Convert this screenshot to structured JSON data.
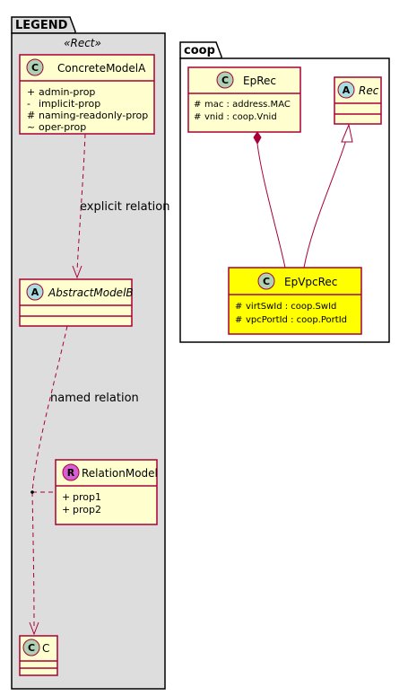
{
  "legend": {
    "title": "LEGEND",
    "stereotype": "«Rect»",
    "concrete_model": {
      "circle": "C",
      "name": "ConcreteModelA",
      "attributes": [
        {
          "vis": "+",
          "name": "admin-prop"
        },
        {
          "vis": "-",
          "name": "implicit-prop"
        },
        {
          "vis": "#",
          "name": "naming-readonly-prop"
        },
        {
          "vis": "~",
          "name": "oper-prop"
        }
      ]
    },
    "explicit_relation_label": "explicit relation",
    "abstract_model": {
      "circle": "A",
      "name": "AbstractModelB"
    },
    "named_relation_label": "named relation",
    "relation_model": {
      "circle": "R",
      "name": "RelationModel",
      "attributes": [
        {
          "vis": "+",
          "name": "prop1"
        },
        {
          "vis": "+",
          "name": "prop2"
        }
      ]
    },
    "c_model": {
      "circle": "C",
      "name": "C"
    }
  },
  "coop": {
    "title": "coop",
    "eprec": {
      "circle": "C",
      "name": "EpRec",
      "attributes": [
        {
          "vis": "#",
          "name": "mac : address.MAC"
        },
        {
          "vis": "#",
          "name": "vnid : coop.Vnid"
        }
      ]
    },
    "rec": {
      "circle": "A",
      "name": "Rec"
    },
    "epvpcrec": {
      "circle": "C",
      "name": "EpVpcRec",
      "attributes": [
        {
          "vis": "#",
          "name": "virtSwId : coop.SwId"
        },
        {
          "vis": "#",
          "name": "vpcPortId : coop.PortId"
        }
      ]
    }
  },
  "colors": {
    "class_fill": "#FEFECE",
    "class_border": "#A80036",
    "highlight_fill": "#FFFF00",
    "legend_bg": "#DDDDDD",
    "circle_c": "#ADD1B2",
    "circle_a": "#A9DCDF",
    "circle_r": "#D35FD3"
  }
}
